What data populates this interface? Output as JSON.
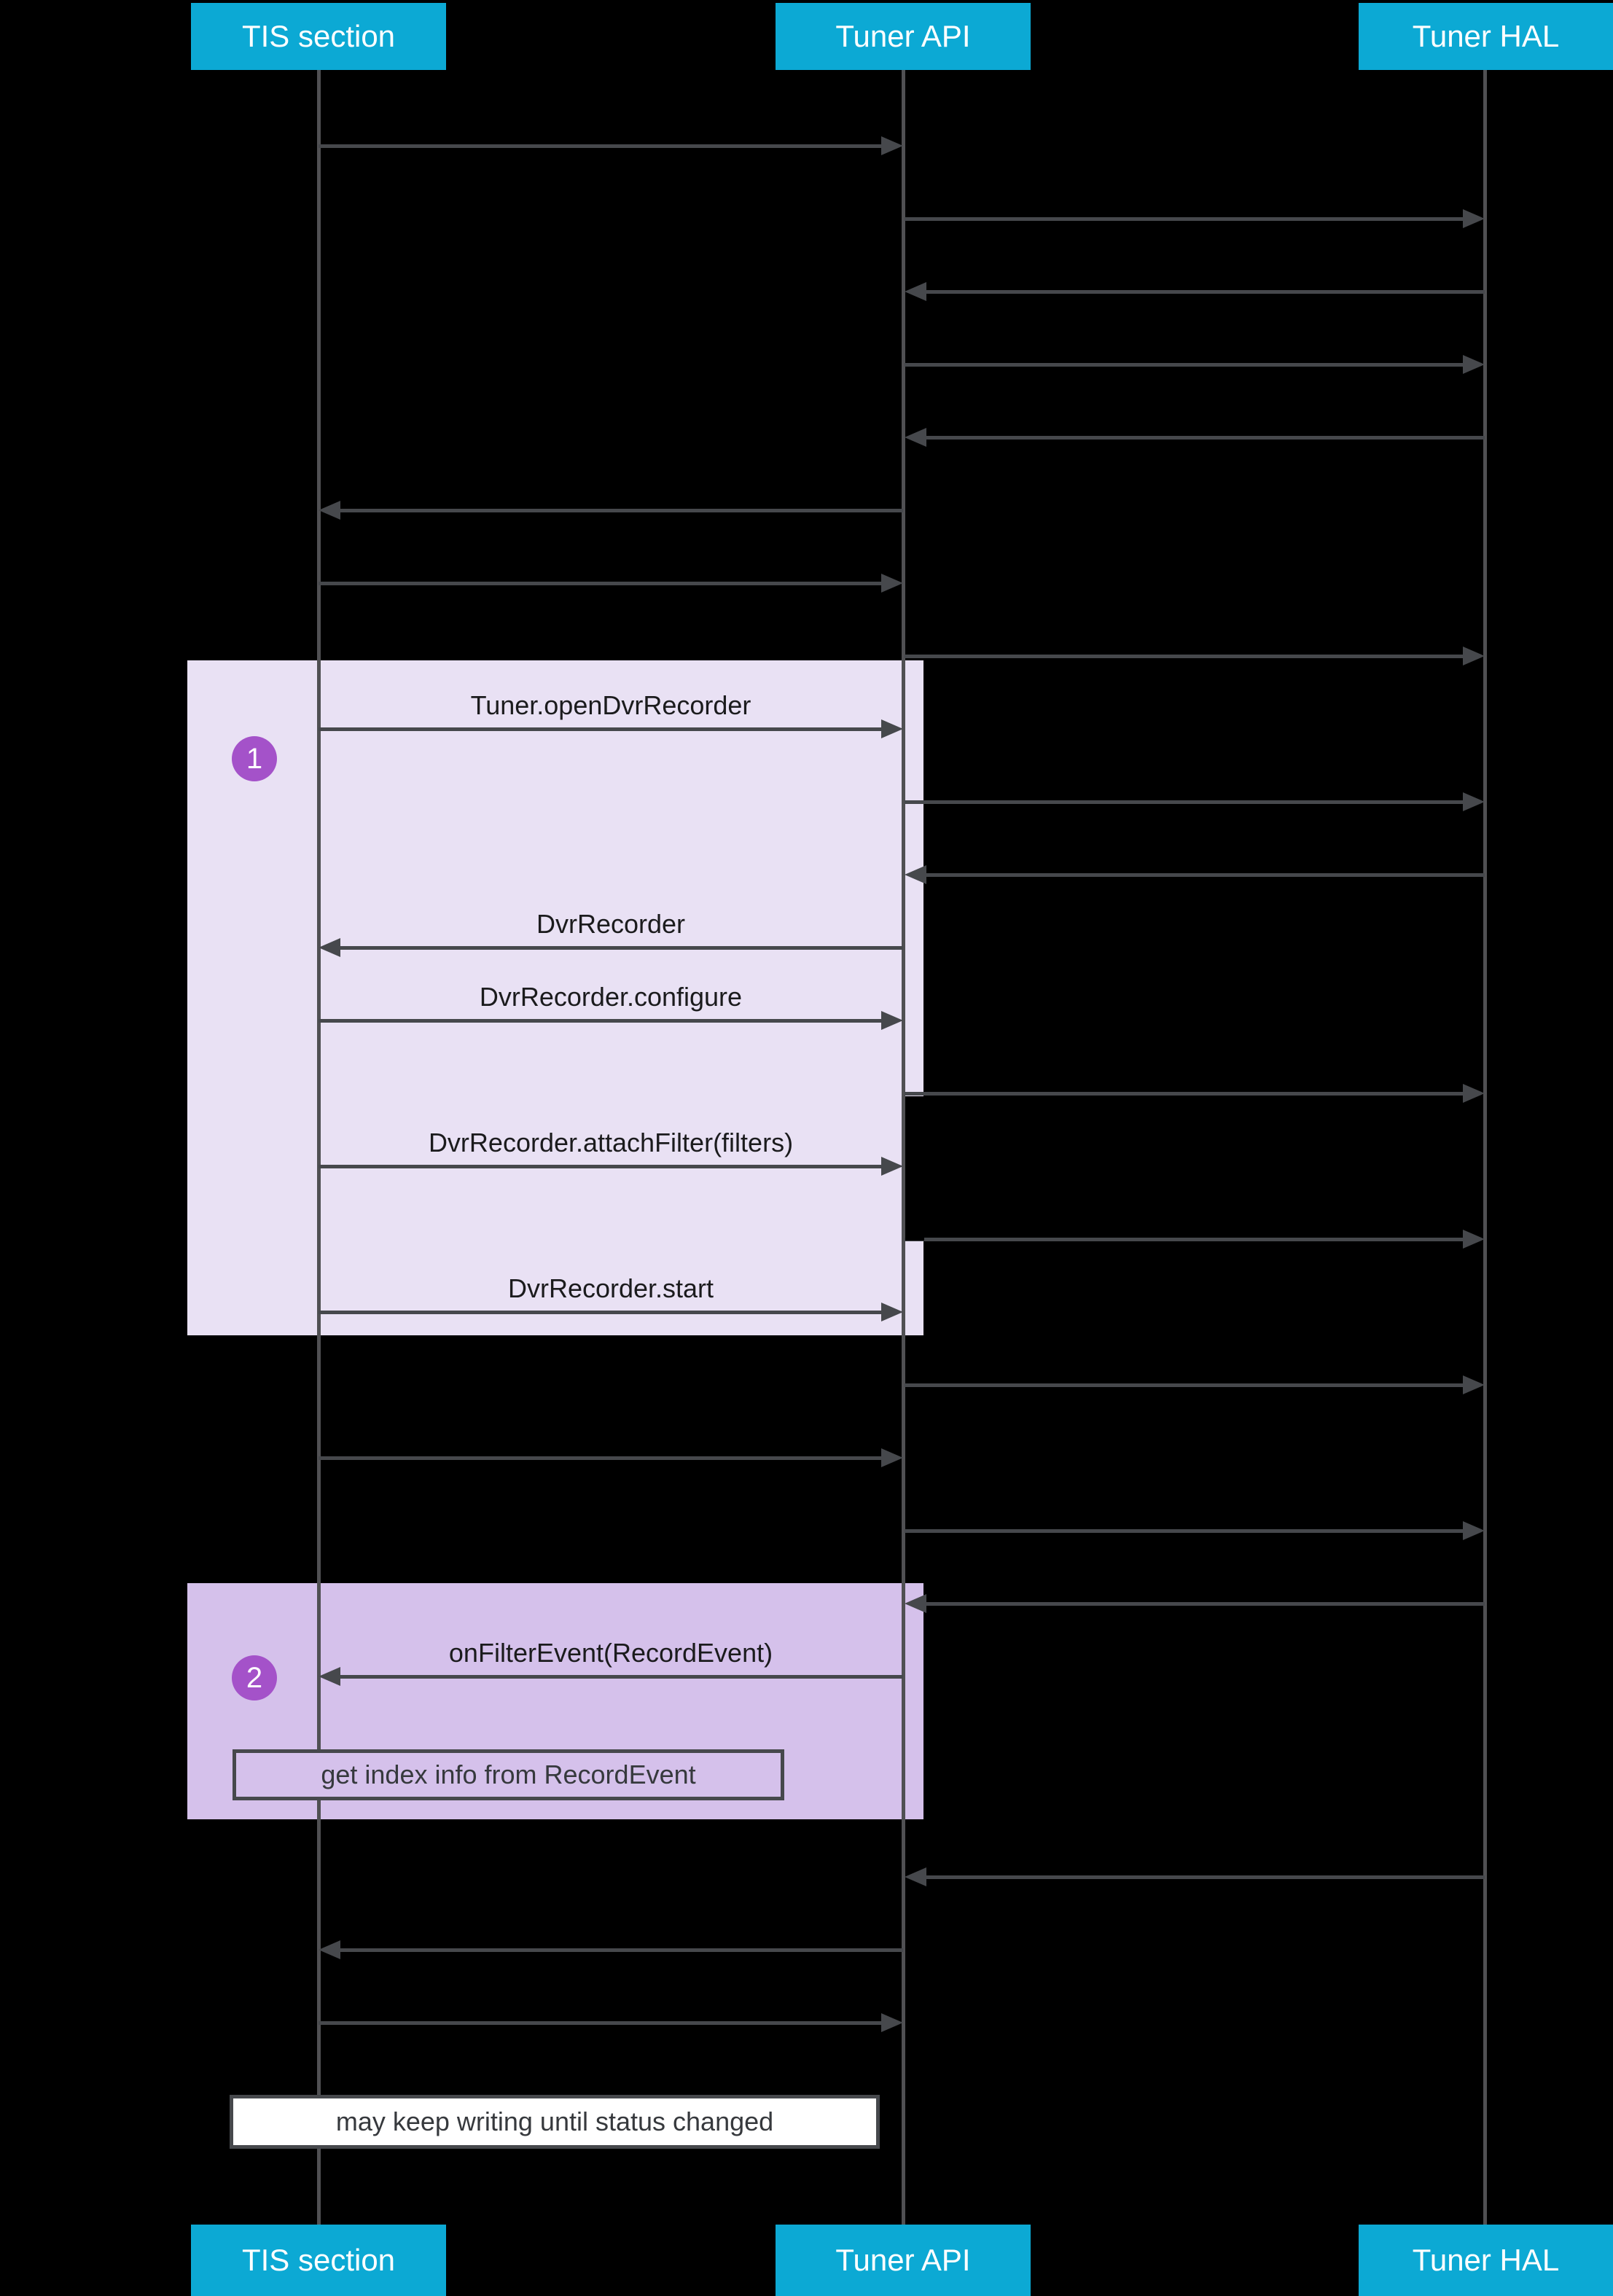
{
  "diagram": {
    "title_hint": "DVR recording sequence diagram",
    "participants": [
      {
        "name": "TIS section"
      },
      {
        "name": "Tuner API"
      },
      {
        "name": "Tuner HAL"
      }
    ],
    "messages": {
      "open_dvr_recorder": "Tuner.openDvrRecorder",
      "dvr_recorder": "DvrRecorder",
      "configure": "DvrRecorder.configure",
      "attach_filter": "DvrRecorder.attachFilter(filters)",
      "start": "DvrRecorder.start",
      "on_filter_event": "onFilterEvent(RecordEvent)"
    },
    "steps": [
      {
        "label": "1"
      },
      {
        "label": "2"
      }
    ],
    "notes": {
      "get_index": "get index info from RecordEvent",
      "keep_writing": "may keep writing until status changed"
    },
    "colors": {
      "background": "#000000",
      "participant_header": "#0CA9D4",
      "participant_text": "#FFFFFF",
      "highlight_block_1": "#E9E1F4",
      "highlight_block_2": "#D5C1EB",
      "step_badge": "#A452C9",
      "arrow": "#46484C",
      "lifeline": "#505053",
      "note_background": "#FFFFFF",
      "label_text": "#1B1B1D"
    }
  }
}
